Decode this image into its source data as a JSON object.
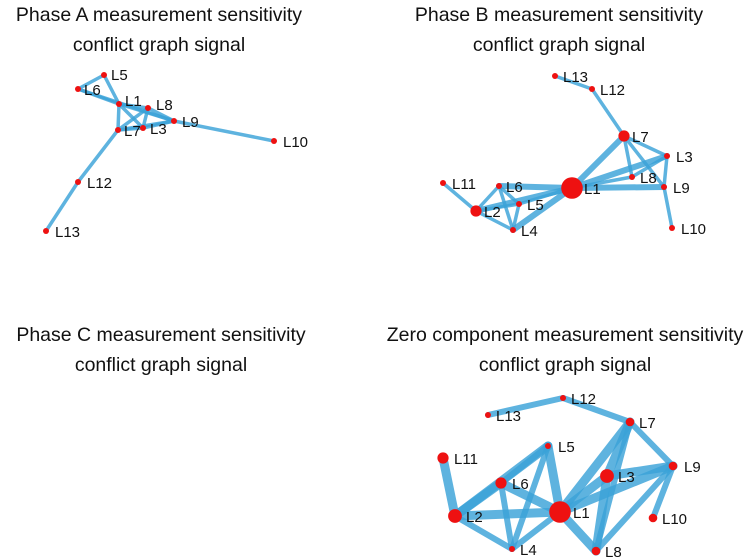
{
  "figure": {
    "edge_color": "#3aa2d8",
    "node_color": "#ee1111",
    "panels": [
      {
        "id": "phase-a",
        "title_line1": "Phase A measurement sensitivity",
        "title_line2": "conflict graph signal",
        "nodes": [
          {
            "label": "L5",
            "size": 1
          },
          {
            "label": "L6",
            "size": 1
          },
          {
            "label": "L1",
            "size": 1
          },
          {
            "label": "L8",
            "size": 1
          },
          {
            "label": "L7",
            "size": 1
          },
          {
            "label": "L3",
            "size": 1
          },
          {
            "label": "L9",
            "size": 1
          },
          {
            "label": "L10",
            "size": 1
          },
          {
            "label": "L12",
            "size": 1
          },
          {
            "label": "L13",
            "size": 1
          }
        ],
        "edges": [
          [
            "L6",
            "L5",
            1
          ],
          [
            "L5",
            "L1",
            1
          ],
          [
            "L6",
            "L1",
            1
          ],
          [
            "L1",
            "L8",
            1
          ],
          [
            "L1",
            "L3",
            1
          ],
          [
            "L1",
            "L7",
            1
          ],
          [
            "L1",
            "L9",
            1
          ],
          [
            "L7",
            "L8",
            1
          ],
          [
            "L7",
            "L3",
            1
          ],
          [
            "L7",
            "L9",
            1
          ],
          [
            "L8",
            "L3",
            1
          ],
          [
            "L8",
            "L9",
            1
          ],
          [
            "L3",
            "L9",
            1
          ],
          [
            "L9",
            "L10",
            1
          ],
          [
            "L7",
            "L12",
            1
          ],
          [
            "L12",
            "L13",
            1
          ],
          [
            "L6",
            "L9",
            1
          ]
        ]
      },
      {
        "id": "phase-b",
        "title_line1": "Phase B measurement sensitivity",
        "title_line2": "conflict graph signal",
        "nodes": [
          {
            "label": "L13",
            "size": 1
          },
          {
            "label": "L12",
            "size": 1
          },
          {
            "label": "L7",
            "size": 2
          },
          {
            "label": "L3",
            "size": 1
          },
          {
            "label": "L8",
            "size": 1
          },
          {
            "label": "L9",
            "size": 1
          },
          {
            "label": "L10",
            "size": 1
          },
          {
            "label": "L11",
            "size": 1
          },
          {
            "label": "L6",
            "size": 1
          },
          {
            "label": "L1",
            "size": 4
          },
          {
            "label": "L2",
            "size": 2
          },
          {
            "label": "L5",
            "size": 1
          },
          {
            "label": "L4",
            "size": 1
          }
        ],
        "edges": [
          [
            "L13",
            "L12",
            1
          ],
          [
            "L12",
            "L7",
            1
          ],
          [
            "L7",
            "L1",
            2
          ],
          [
            "L7",
            "L3",
            1
          ],
          [
            "L7",
            "L8",
            1
          ],
          [
            "L7",
            "L9",
            1
          ],
          [
            "L1",
            "L3",
            2
          ],
          [
            "L1",
            "L8",
            1
          ],
          [
            "L1",
            "L9",
            2
          ],
          [
            "L3",
            "L9",
            1
          ],
          [
            "L3",
            "L8",
            1
          ],
          [
            "L9",
            "L10",
            1
          ],
          [
            "L11",
            "L2",
            1
          ],
          [
            "L2",
            "L6",
            1
          ],
          [
            "L2",
            "L5",
            1
          ],
          [
            "L2",
            "L4",
            1
          ],
          [
            "L2",
            "L1",
            2
          ],
          [
            "L6",
            "L1",
            2
          ],
          [
            "L5",
            "L1",
            1
          ],
          [
            "L4",
            "L1",
            2
          ],
          [
            "L6",
            "L4",
            1
          ],
          [
            "L5",
            "L4",
            1
          ],
          [
            "L6",
            "L5",
            1
          ]
        ]
      },
      {
        "id": "phase-c",
        "title_line1": "Phase C measurement sensitivity",
        "title_line2": "conflict graph signal",
        "nodes": [],
        "edges": []
      },
      {
        "id": "zero",
        "title_line1": "Zero component measurement sensitivity",
        "title_line2": "conflict graph signal",
        "nodes": [
          {
            "label": "L12",
            "size": 1
          },
          {
            "label": "L13",
            "size": 1
          },
          {
            "label": "L7",
            "size": 1.5
          },
          {
            "label": "L5",
            "size": 1
          },
          {
            "label": "L11",
            "size": 2
          },
          {
            "label": "L6",
            "size": 2
          },
          {
            "label": "L3",
            "size": 2.5
          },
          {
            "label": "L9",
            "size": 1.5
          },
          {
            "label": "L1",
            "size": 4
          },
          {
            "label": "L10",
            "size": 1.5
          },
          {
            "label": "L2",
            "size": 2.5
          },
          {
            "label": "L4",
            "size": 1
          },
          {
            "label": "L8",
            "size": 1.5
          }
        ],
        "edges": [
          [
            "L13",
            "L12",
            2
          ],
          [
            "L12",
            "L7",
            2
          ],
          [
            "L7",
            "L3",
            3
          ],
          [
            "L7",
            "L1",
            3
          ],
          [
            "L7",
            "L9",
            2
          ],
          [
            "L7",
            "L8",
            2
          ],
          [
            "L3",
            "L9",
            3
          ],
          [
            "L3",
            "L1",
            3
          ],
          [
            "L3",
            "L8",
            3
          ],
          [
            "L9",
            "L1",
            3
          ],
          [
            "L9",
            "L10",
            2
          ],
          [
            "L9",
            "L8",
            2
          ],
          [
            "L1",
            "L8",
            3
          ],
          [
            "L11",
            "L2",
            3
          ],
          [
            "L2",
            "L6",
            3
          ],
          [
            "L2",
            "L5",
            3
          ],
          [
            "L2",
            "L1",
            3
          ],
          [
            "L2",
            "L4",
            2
          ],
          [
            "L6",
            "L5",
            2
          ],
          [
            "L6",
            "L1",
            3
          ],
          [
            "L6",
            "L4",
            2
          ],
          [
            "L5",
            "L1",
            3
          ],
          [
            "L5",
            "L4",
            2
          ],
          [
            "L4",
            "L1",
            2
          ]
        ]
      }
    ]
  }
}
